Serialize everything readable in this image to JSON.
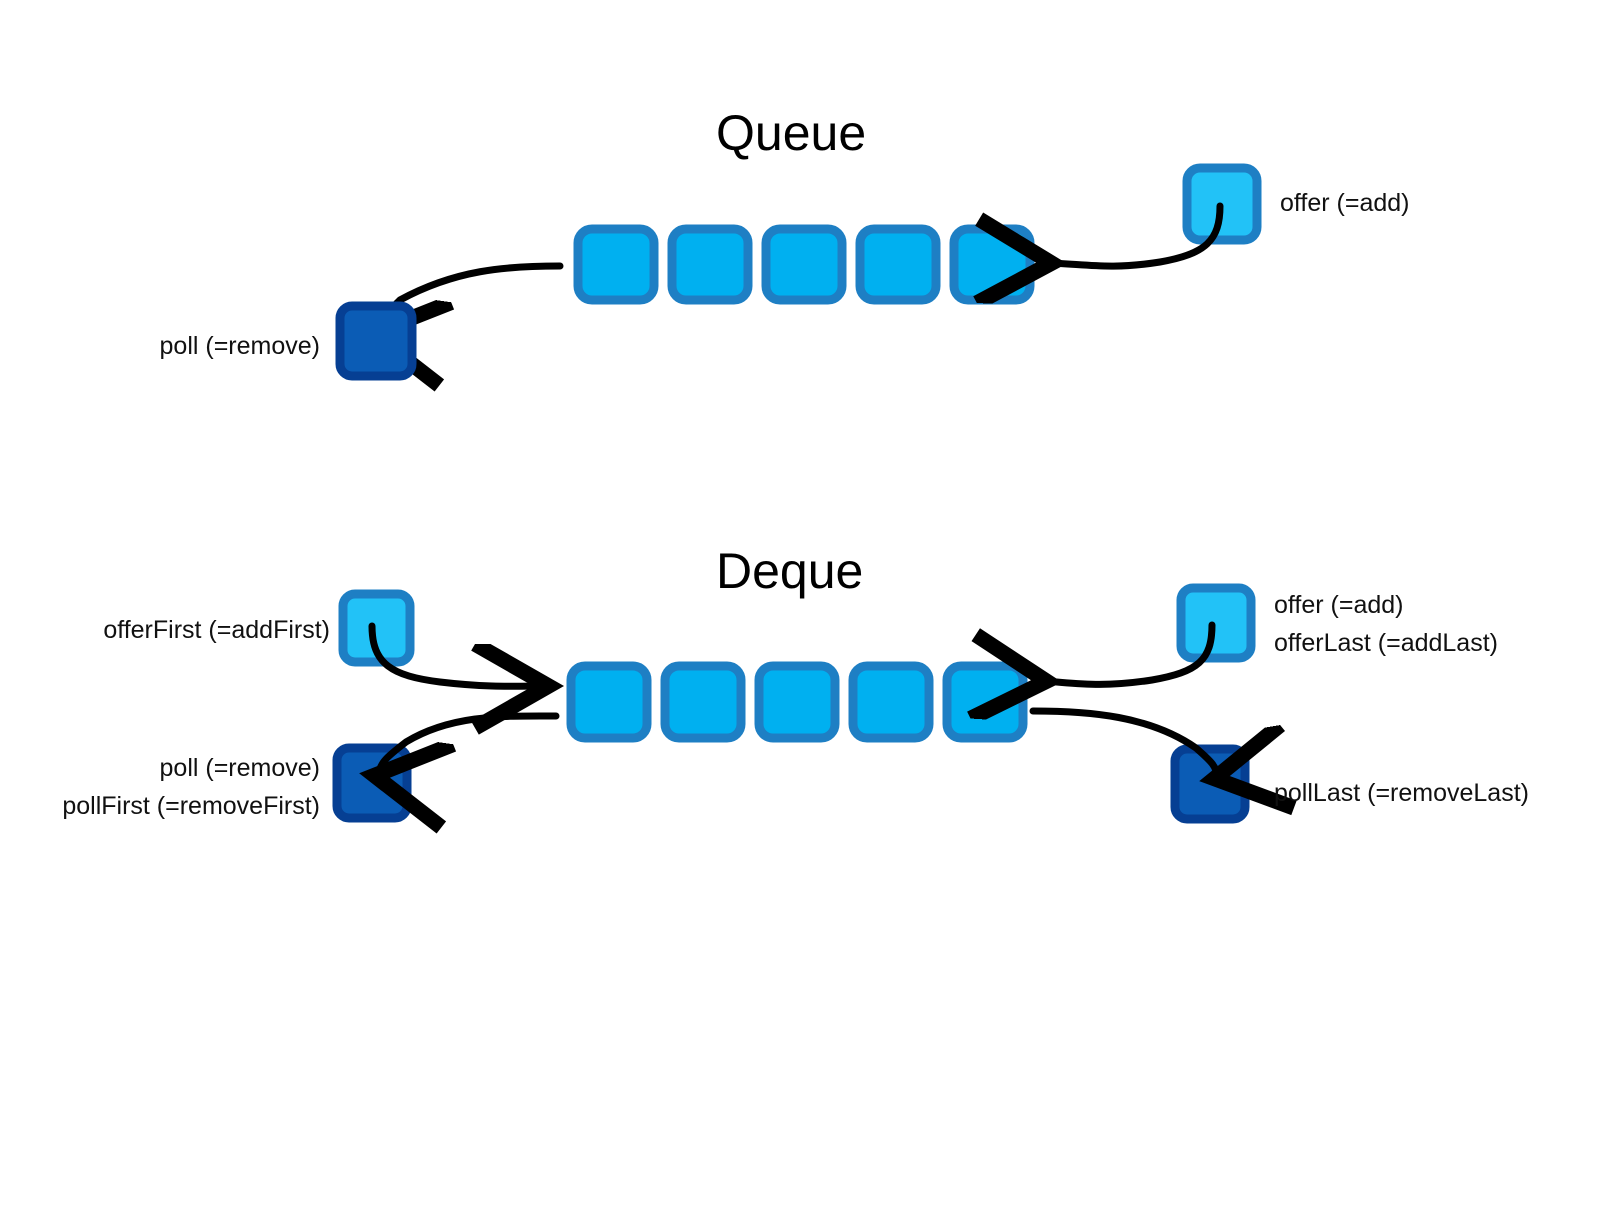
{
  "diagram": {
    "background_color": "#ffffff",
    "colors": {
      "element_fill": "#00b0f0",
      "element_stroke": "#1e7fc4",
      "remove_fill": "#0b5cb5",
      "remove_stroke": "#063f93",
      "arrow": "#000000",
      "text": "#000000"
    }
  },
  "queue": {
    "title": "Queue",
    "element_count": 5,
    "enqueue": {
      "box_name": "offer-box",
      "labels": [
        "offer (=add)"
      ]
    },
    "dequeue": {
      "box_name": "poll-box",
      "labels": [
        "poll (=remove)"
      ]
    }
  },
  "deque": {
    "title": "Deque",
    "element_count": 5,
    "front_add": {
      "box_name": "offer-first-box",
      "labels": [
        "offerFirst (=addFirst)"
      ]
    },
    "front_remove": {
      "box_name": "poll-first-box",
      "labels": [
        "poll (=remove)",
        "pollFirst (=removeFirst)"
      ]
    },
    "back_add": {
      "box_name": "offer-last-box",
      "labels": [
        "offer (=add)",
        "offerLast (=addLast)"
      ]
    },
    "back_remove": {
      "box_name": "poll-last-box",
      "labels": [
        "pollLast (=removeLast)"
      ]
    }
  }
}
